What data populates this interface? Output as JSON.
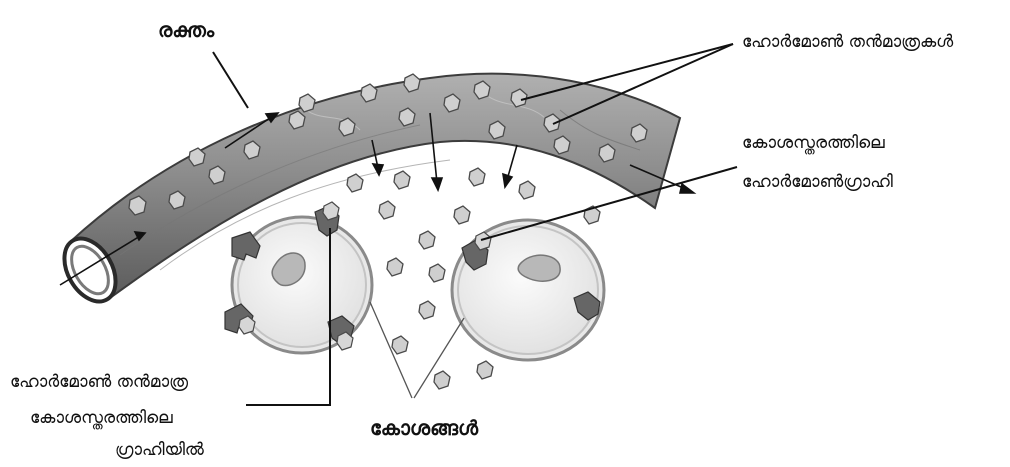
{
  "labels": {
    "blood": "രക്തം",
    "hormone_molecules": "ഹോർമോൺ തൻമാത്രകൾ",
    "receptor_line1": "കോശസ്തരത്തിലെ",
    "receptor_line2": "ഹോർമോൺഗ്രാഹി",
    "bottom_left_line1": "ഹോർമോൺ തൻമാത്ര",
    "bottom_left_line2": "കോശസ്തരത്തിലെ",
    "bottom_left_line3": "ഗ്രാഹിയിൽ",
    "cells": "കോശങ്ങൾ"
  },
  "colors": {
    "vessel": "#8a8a8a",
    "vessel_dark": "#5e5e5e",
    "vessel_light": "#b3b3b3",
    "molecule": "#cfcfcf",
    "cell_fill": "#f0f0f0",
    "cell_rim": "#a0a0a0",
    "receptor": "#6a6a6a"
  },
  "icons": {
    "molecule": "hexagon-molecule-icon",
    "receptor": "receptor-notch-icon"
  }
}
